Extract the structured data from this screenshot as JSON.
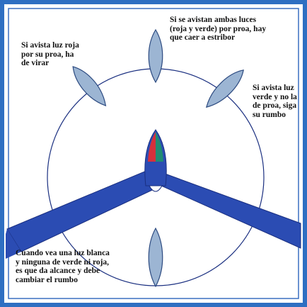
{
  "colors": {
    "background": "#ffffff",
    "panel_blue": "#2f6fc2",
    "border_blue": "#3a6fc0",
    "circle_fill": "#ffffff",
    "sector_band": "#2b4cb3",
    "band_edge": "#1a2f80",
    "boat_fill": "#9cb5d3",
    "boat_stroke": "#2c4a80",
    "light_red": "#d5303c",
    "light_green": "#1f8c73",
    "light_white": "#ffffff",
    "text": "#111111"
  },
  "labels": {
    "red_light_ahead": "Si avista luz roja\npor su proa, ha\nde virar",
    "both_lights_ahead": "Si se avistan ambas luces\n(roja y verde) por proa, hay\nque caer a estribor",
    "green_light_ahead": "Si avista luz\nverde y no la\nde proa, siga\nsu rumbo",
    "white_light_only": "Cuando vea una luz blanca\ny ninguna de verde ni roja,\nes que da alcance y debe\ncambiar el rumbo"
  },
  "icons": {
    "boat": "boat-hull-icon",
    "center_boat": "boat-with-navigation-lights-icon"
  }
}
